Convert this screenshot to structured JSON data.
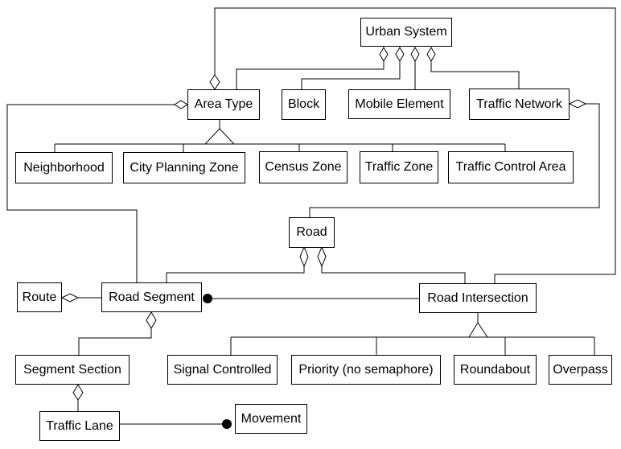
{
  "nodes": {
    "urban_system": {
      "label": "Urban System"
    },
    "area_type": {
      "label": "Area Type"
    },
    "block": {
      "label": "Block"
    },
    "mobile_element": {
      "label": "Mobile Element"
    },
    "traffic_network": {
      "label": "Traffic Network"
    },
    "neighborhood": {
      "label": "Neighborhood"
    },
    "city_planning_zone": {
      "label": "City Planning Zone"
    },
    "census_zone": {
      "label": "Census Zone"
    },
    "traffic_zone": {
      "label": "Traffic Zone"
    },
    "traffic_control_area": {
      "label": "Traffic Control Area"
    },
    "road": {
      "label": "Road"
    },
    "route": {
      "label": "Route"
    },
    "road_segment": {
      "label": "Road Segment"
    },
    "road_intersection": {
      "label": "Road Intersection"
    },
    "segment_section": {
      "label": "Segment Section"
    },
    "signal_controlled": {
      "label": "Signal Controlled"
    },
    "priority_no_semaphore": {
      "label": "Priority (no semaphore)"
    },
    "roundabout": {
      "label": "Roundabout"
    },
    "overpass": {
      "label": "Overpass"
    },
    "traffic_lane": {
      "label": "Traffic Lane"
    },
    "movement": {
      "label": "Movement"
    }
  },
  "edges": [
    {
      "from": "Urban System",
      "to": "Area Type",
      "relation": "aggregation"
    },
    {
      "from": "Urban System",
      "to": "Block",
      "relation": "aggregation"
    },
    {
      "from": "Urban System",
      "to": "Mobile Element",
      "relation": "aggregation"
    },
    {
      "from": "Urban System",
      "to": "Traffic Network",
      "relation": "aggregation"
    },
    {
      "from": "Area Type",
      "to": "Road Intersection",
      "relation": "aggregation"
    },
    {
      "from": "Area Type",
      "to": "Road Segment",
      "relation": "aggregation"
    },
    {
      "from": "Neighborhood",
      "to": "Area Type",
      "relation": "generalization"
    },
    {
      "from": "City Planning Zone",
      "to": "Area Type",
      "relation": "generalization"
    },
    {
      "from": "Census Zone",
      "to": "Area Type",
      "relation": "generalization"
    },
    {
      "from": "Traffic Zone",
      "to": "Area Type",
      "relation": "generalization"
    },
    {
      "from": "Traffic Control Area",
      "to": "Area Type",
      "relation": "generalization"
    },
    {
      "from": "Traffic Network",
      "to": "Road",
      "relation": "aggregation"
    },
    {
      "from": "Road",
      "to": "Road Segment",
      "relation": "aggregation"
    },
    {
      "from": "Road",
      "to": "Road Intersection",
      "relation": "aggregation"
    },
    {
      "from": "Route",
      "to": "Road Segment",
      "relation": "aggregation"
    },
    {
      "from": "Road Segment",
      "to": "Road Intersection",
      "relation": "association-filled-dot"
    },
    {
      "from": "Signal Controlled",
      "to": "Road Intersection",
      "relation": "generalization"
    },
    {
      "from": "Priority (no semaphore)",
      "to": "Road Intersection",
      "relation": "generalization"
    },
    {
      "from": "Roundabout",
      "to": "Road Intersection",
      "relation": "generalization"
    },
    {
      "from": "Overpass",
      "to": "Road Intersection",
      "relation": "generalization"
    },
    {
      "from": "Road Segment",
      "to": "Segment Section",
      "relation": "aggregation"
    },
    {
      "from": "Segment Section",
      "to": "Traffic Lane",
      "relation": "aggregation"
    },
    {
      "from": "Traffic Lane",
      "to": "Movement",
      "relation": "association-filled-dot"
    }
  ],
  "colors": {
    "background": "#ffffff",
    "line": "#000000",
    "node_fill": "#ffffff",
    "text": "#000000"
  }
}
